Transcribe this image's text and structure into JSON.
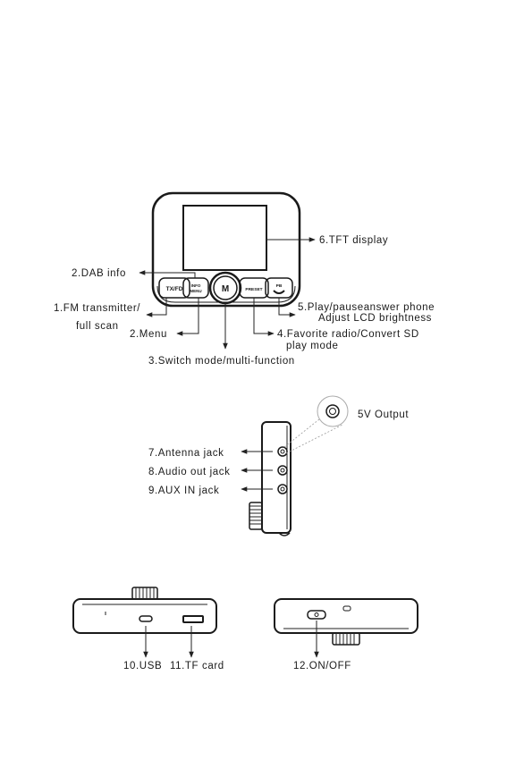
{
  "front_view": {
    "buttons": {
      "tx_fd": "TX/FD",
      "info_line1": "INFO",
      "info_line2": "MENU",
      "m": "M",
      "preset": "PRESET",
      "phone_top": "PB"
    },
    "labels": {
      "fm_transmitter_l1": "1.FM transmitter/",
      "fm_transmitter_l2": "full scan",
      "dab_info": "2.DAB info",
      "menu": "2.Menu",
      "switch_mode": "3.Switch mode/multi-function",
      "favorite_l1": "4.Favorite radio/Convert SD",
      "favorite_l2": "play mode",
      "play_pause_l1": "5.Play/pauseanswer phone",
      "play_pause_l2": "Adjust LCD brightness",
      "tft_display": "6.TFT display"
    }
  },
  "side_view": {
    "labels": {
      "five_v_output": "5V Output",
      "antenna_jack": "7.Antenna jack",
      "audio_out_jack": "8.Audio out jack",
      "aux_in_jack": "9.AUX IN jack"
    }
  },
  "bottom_views": {
    "labels": {
      "usb": "10.USB",
      "tf_card": "11.TF card",
      "on_off": "12.ON/OFF"
    }
  }
}
